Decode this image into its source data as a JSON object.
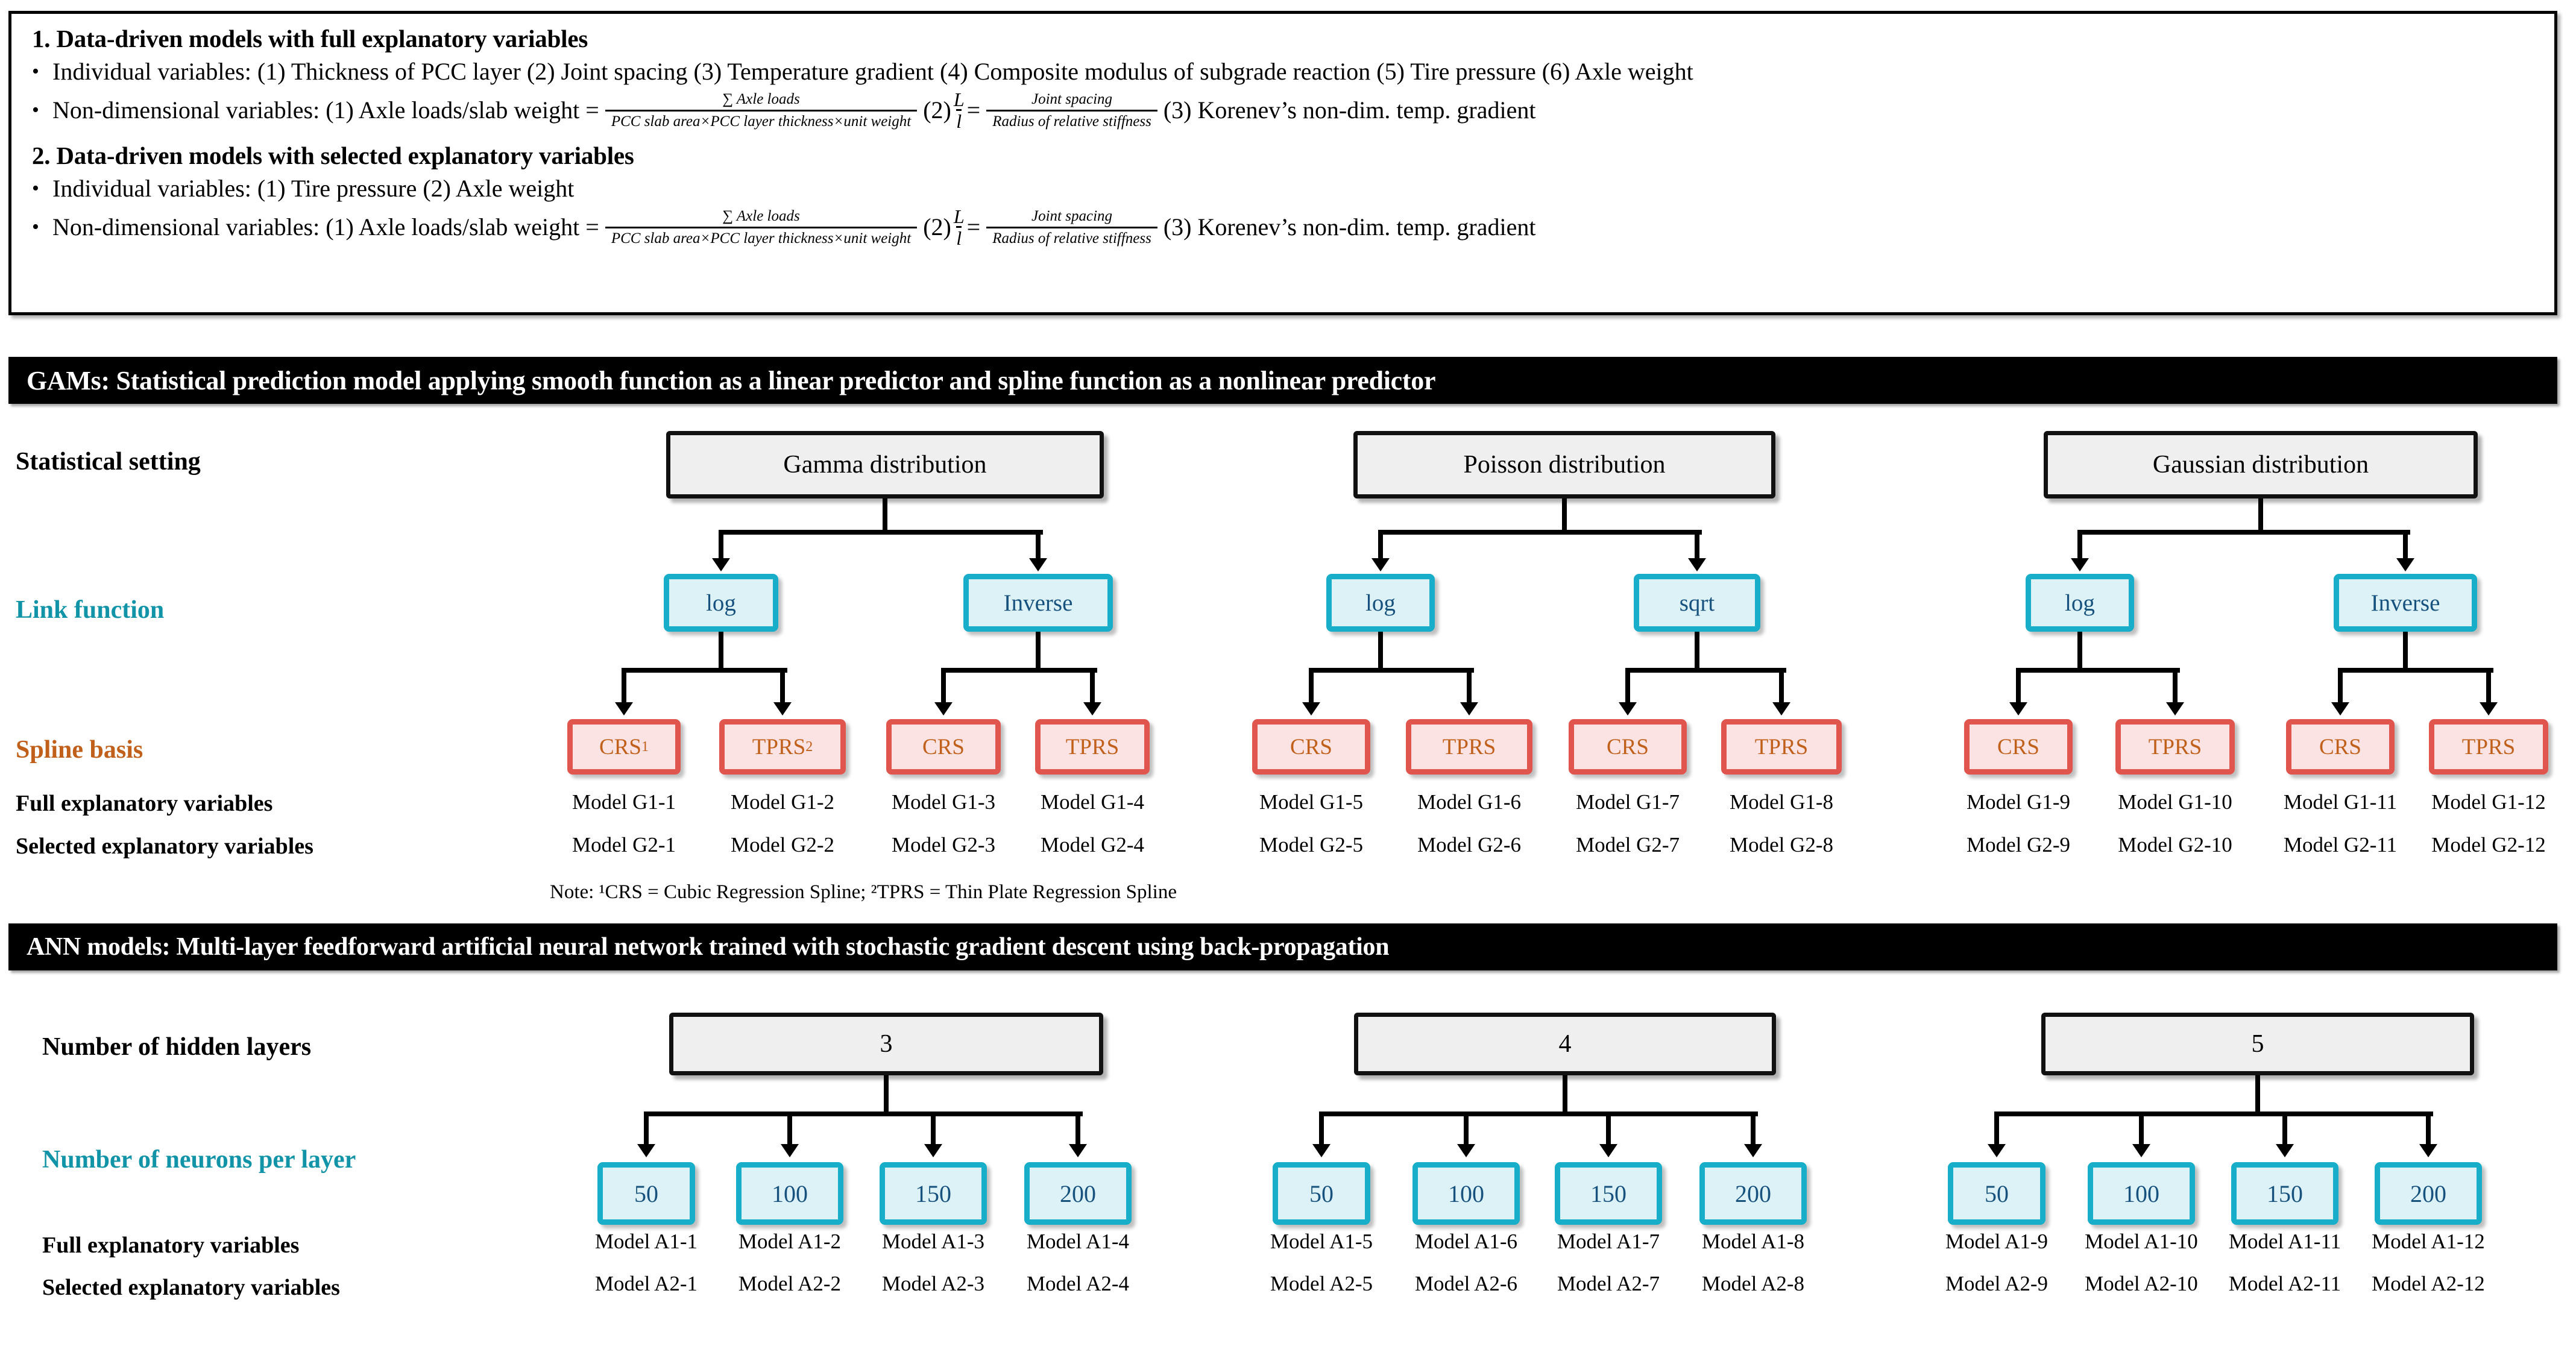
{
  "variables_box": {
    "section1": {
      "heading": "1. Data-driven models with full explanatory variables",
      "individual_label": "Individual  variables: (1) Thickness of PCC layer (2) Joint spacing (3) Temperature  gradient (4) Composite  modulus of subgrade  reaction (5) Tire pressure  (6) Axle weight",
      "nondim_prefix": "Non-dimensional  variables:  (1) Axle loads/slab  weight =",
      "frac1_num": "∑ Axle loads",
      "frac1_den": "PCC slab area×PCC layer thickness×unit weight",
      "item2_label": "(2)",
      "ratio_num": "L",
      "ratio_den": "l",
      "equals": "=",
      "frac2_num": "Joint spacing",
      "frac2_den": "Radius of relative stiffness",
      "item3_label": "(3) Korenev’s non-dim. temp. gradient"
    },
    "section2": {
      "heading": "2. Data-driven models with selected explanatory variables",
      "individual_label": "Individual  variables: (1) Tire pressure (2) Axle weight",
      "nondim_prefix": "Non-dimensional  variables: (1) Axle loads/slab  weight =",
      "frac1_num": "∑ Axle loads",
      "frac1_den": "PCC slab area×PCC layer thickness×unit weight",
      "item2_label": "(2)",
      "ratio_num": "L",
      "ratio_den": "l",
      "equals": "=",
      "frac2_num": "Joint spacing",
      "frac2_den": "Radius of relative stiffness",
      "item3_label": "(3) Korenev’s non-dim. temp. gradient"
    },
    "bullet_glyph": "•"
  },
  "gam": {
    "banner": "GAMs: Statistical prediction model applying smooth function as a linear predictor and spline function as a nonlinear predictor",
    "row_labels": {
      "statistical_setting": "Statistical setting",
      "link_function": "Link function",
      "spline_basis": "Spline basis",
      "full_explanatory": "Full explanatory variables",
      "selected_explanatory": "Selected explanatory variables"
    },
    "note": "Note: ¹CRS = Cubic Regression Spline; ²TPRS = Thin Plate Regression Spline",
    "colors": {
      "link_accent": "#1194a8",
      "spline_accent": "#c1601b",
      "link_box_border": "#18aec9",
      "spline_box_border": "#e0564f"
    },
    "groups": [
      {
        "distribution": "Gamma distribution",
        "links": [
          {
            "label": "log",
            "splines": [
              {
                "label": "CRS",
                "sup": "1",
                "full_model": "Model G1-1",
                "selected_model": "Model G2-1"
              },
              {
                "label": "TPRS",
                "sup": "2",
                "full_model": "Model G1-2",
                "selected_model": "Model G2-2"
              }
            ]
          },
          {
            "label": "Inverse",
            "splines": [
              {
                "label": "CRS",
                "sup": "",
                "full_model": "Model G1-3",
                "selected_model": "Model G2-3"
              },
              {
                "label": "TPRS",
                "sup": "",
                "full_model": "Model G1-4",
                "selected_model": "Model G2-4"
              }
            ]
          }
        ]
      },
      {
        "distribution": "Poisson distribution",
        "links": [
          {
            "label": "log",
            "splines": [
              {
                "label": "CRS",
                "sup": "",
                "full_model": "Model G1-5",
                "selected_model": "Model G2-5"
              },
              {
                "label": "TPRS",
                "sup": "",
                "full_model": "Model G1-6",
                "selected_model": "Model G2-6"
              }
            ]
          },
          {
            "label": "sqrt",
            "splines": [
              {
                "label": "CRS",
                "sup": "",
                "full_model": "Model G1-7",
                "selected_model": "Model G2-7"
              },
              {
                "label": "TPRS",
                "sup": "",
                "full_model": "Model G1-8",
                "selected_model": "Model G2-8"
              }
            ]
          }
        ]
      },
      {
        "distribution": "Gaussian distribution",
        "links": [
          {
            "label": "log",
            "splines": [
              {
                "label": "CRS",
                "sup": "",
                "full_model": "Model G1-9",
                "selected_model": "Model G2-9"
              },
              {
                "label": "TPRS",
                "sup": "",
                "full_model": "Model G1-10",
                "selected_model": "Model G2-10"
              }
            ]
          },
          {
            "label": "Inverse",
            "splines": [
              {
                "label": "CRS",
                "sup": "",
                "full_model": "Model G1-11",
                "selected_model": "Model G2-11"
              },
              {
                "label": "TPRS",
                "sup": "",
                "full_model": "Model G1-12",
                "selected_model": "Model G2-12"
              }
            ]
          }
        ]
      }
    ]
  },
  "ann": {
    "banner": "ANN models: Multi-layer feedforward artificial neural network trained with stochastic gradient descent using back-propagation",
    "row_labels": {
      "hidden_layers": "Number of hidden layers",
      "neurons_per_layer": "Number of neurons per layer",
      "full_explanatory": "Full explanatory variables",
      "selected_explanatory": "Selected explanatory variables"
    },
    "colors": {
      "neurons_accent": "#1194a8",
      "neuron_box_border": "#18aec9"
    },
    "groups": [
      {
        "hidden_layers": "3",
        "neurons": [
          {
            "label": "50",
            "full_model": "Model A1-1",
            "selected_model": "Model A2-1"
          },
          {
            "label": "100",
            "full_model": "Model A1-2",
            "selected_model": "Model A2-2"
          },
          {
            "label": "150",
            "full_model": "Model A1-3",
            "selected_model": "Model A2-3"
          },
          {
            "label": "200",
            "full_model": "Model A1-4",
            "selected_model": "Model A2-4"
          }
        ]
      },
      {
        "hidden_layers": "4",
        "neurons": [
          {
            "label": "50",
            "full_model": "Model A1-5",
            "selected_model": "Model A2-5"
          },
          {
            "label": "100",
            "full_model": "Model A1-6",
            "selected_model": "Model A2-6"
          },
          {
            "label": "150",
            "full_model": "Model A1-7",
            "selected_model": "Model A2-7"
          },
          {
            "label": "200",
            "full_model": "Model A1-8",
            "selected_model": "Model A2-8"
          }
        ]
      },
      {
        "hidden_layers": "5",
        "neurons": [
          {
            "label": "50",
            "full_model": "Model A1-9",
            "selected_model": "Model A2-9"
          },
          {
            "label": "100",
            "full_model": "Model A1-10",
            "selected_model": "Model A2-10"
          },
          {
            "label": "150",
            "full_model": "Model A1-11",
            "selected_model": "Model A2-11"
          },
          {
            "label": "200",
            "full_model": "Model A1-12",
            "selected_model": "Model A2-12"
          }
        ]
      }
    ]
  }
}
